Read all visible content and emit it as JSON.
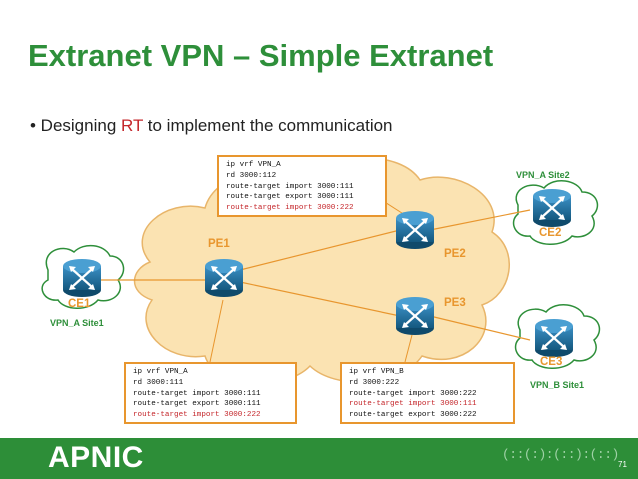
{
  "slide": {
    "title": "Extranet VPN – Simple Extranet",
    "bullet_prefix": "• Designing ",
    "bullet_highlight": "RT",
    "bullet_suffix": " to implement the communication",
    "page_number": "71",
    "logo_text": "APNIC",
    "footer_motif": "(::(:):(::):(::)"
  },
  "routers": {
    "pe1": "PE1",
    "pe2": "PE2",
    "pe3": "PE3",
    "ce1": "CE1",
    "ce2": "CE2",
    "ce3": "CE3"
  },
  "sites": {
    "vpn_a_site1": "VPN_A Site1",
    "vpn_a_site2": "VPN_A Site2",
    "vpn_b_site1": "VPN_B Site1"
  },
  "configs": {
    "pe2_vrf_a": {
      "lines": [
        "ip vrf VPN_A",
        "rd 3000:112",
        "route-target import 3000:111",
        "route-target export 3000:111"
      ],
      "red_line": "route-target import 3000:222"
    },
    "pe1_vrf_a": {
      "lines": [
        "ip vrf VPN_A",
        "rd 3000:111",
        "route-target import 3000:111",
        "route-target export 3000:111"
      ],
      "red_line": "route-target import 3000:222"
    },
    "pe3_vrf_b": {
      "lines_top": [
        "ip vrf VPN_B",
        "rd 3000:222",
        "route-target import 3000:222"
      ],
      "red_lines": [
        "route-target import 3000:111"
      ],
      "lines_bottom": [
        "route-target export 3000:222"
      ]
    }
  },
  "colors": {
    "title_green": "#2e8f3a",
    "accent_orange": "#e8962e",
    "highlight_red": "#c4252a",
    "cloud_fill": "#fbe3b2",
    "router_blue": "#1a6fa3",
    "footer_green": "#2d8e38"
  }
}
